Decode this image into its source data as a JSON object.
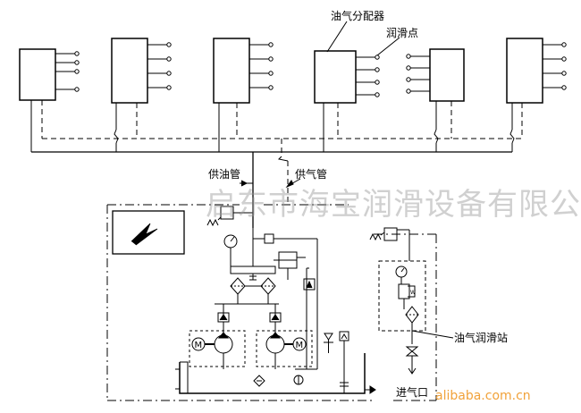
{
  "labels": {
    "distributor": "油气分配器",
    "lube_point": "润滑点",
    "oil_supply_pipe": "供油管",
    "air_supply_pipe": "供气管",
    "station": "油气润滑站",
    "air_inlet": "进气口"
  },
  "watermark": "启东市海宝润滑设备有限公司",
  "brand": "alibaba.com.cn",
  "colors": {
    "line": "#000000",
    "watermark": "#9a9a9a",
    "brand": "#f1a23a"
  },
  "icons": [
    "distributor-block",
    "lube-point-circle",
    "pressure-gauge",
    "motor",
    "pump",
    "filter",
    "check-valve",
    "solenoid-valve",
    "electric-box",
    "tank"
  ],
  "distributor_count": 6,
  "lube_points_per_distributor": 4
}
